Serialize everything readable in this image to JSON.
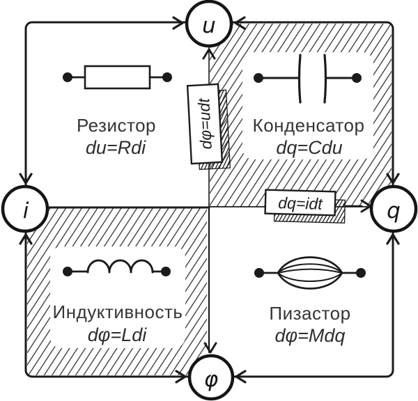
{
  "diagram": {
    "nodes": {
      "u": "u",
      "i": "i",
      "q": "q",
      "phi": "φ"
    },
    "quadrants": {
      "resistor": {
        "name": "Резистор",
        "formula": "du=Rdi"
      },
      "capacitor": {
        "name": "Конденсатор",
        "formula": "dq=Cdu"
      },
      "inductor": {
        "name": "Индуктивность",
        "formula": "dφ=Ldi"
      },
      "memristor": {
        "name": "Пизастор",
        "formula": "dφ=Mdq"
      }
    },
    "relations": {
      "dphi_udt": "dφ=udt",
      "dq_idt": "dq=idt"
    },
    "colors": {
      "ink": "#1b1b1b",
      "label_text": "#353535",
      "background": "#ffffff"
    }
  }
}
